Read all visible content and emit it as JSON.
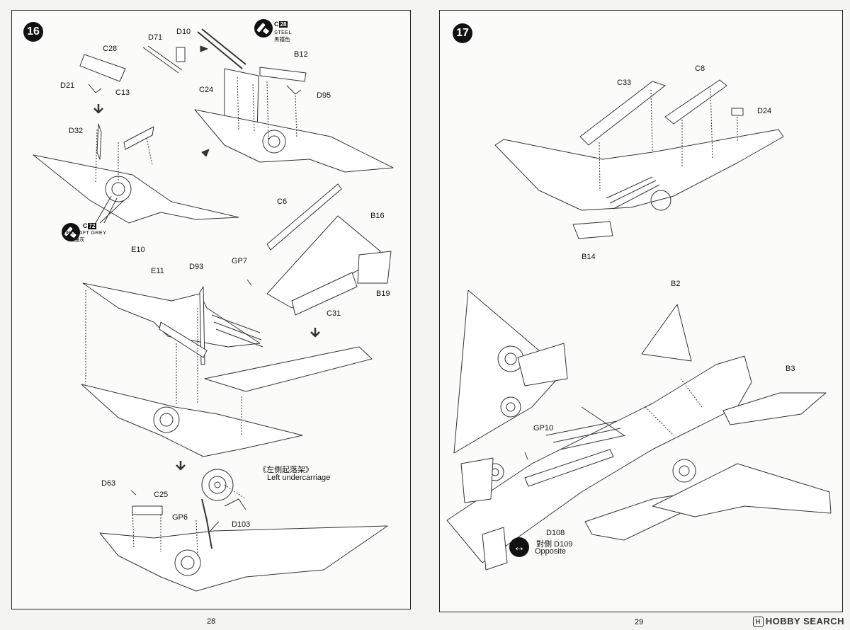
{
  "pages": {
    "left": {
      "number": "28",
      "step": "16",
      "parts": [
        "D71",
        "D10",
        "C28",
        "D21",
        "C13",
        "C24",
        "B12",
        "D95",
        "D32",
        "E10",
        "C6",
        "B16",
        "GP7",
        "B19",
        "C31",
        "E11",
        "D93",
        "D63",
        "C25",
        "GP6",
        "D103"
      ],
      "paints": [
        {
          "code": "C",
          "num": "28",
          "name": "STEEL",
          "cn": "黑鐵色"
        },
        {
          "code": "C",
          "num": "72",
          "name": "AIRCRAFT GREY",
          "cn": "飛機灰"
        }
      ],
      "callout": {
        "cn": "《左側起落架》",
        "en": "Left undercarriage"
      }
    },
    "right": {
      "number": "29",
      "step": "17",
      "parts": [
        "C33",
        "C8",
        "D24",
        "B14",
        "B2",
        "B3",
        "GP10"
      ],
      "opposite": {
        "part": "D108",
        "cn": "對側 D109",
        "label": "Opposite"
      }
    }
  },
  "watermark": {
    "logo": "H",
    "text": "HOBBY SEARCH"
  }
}
